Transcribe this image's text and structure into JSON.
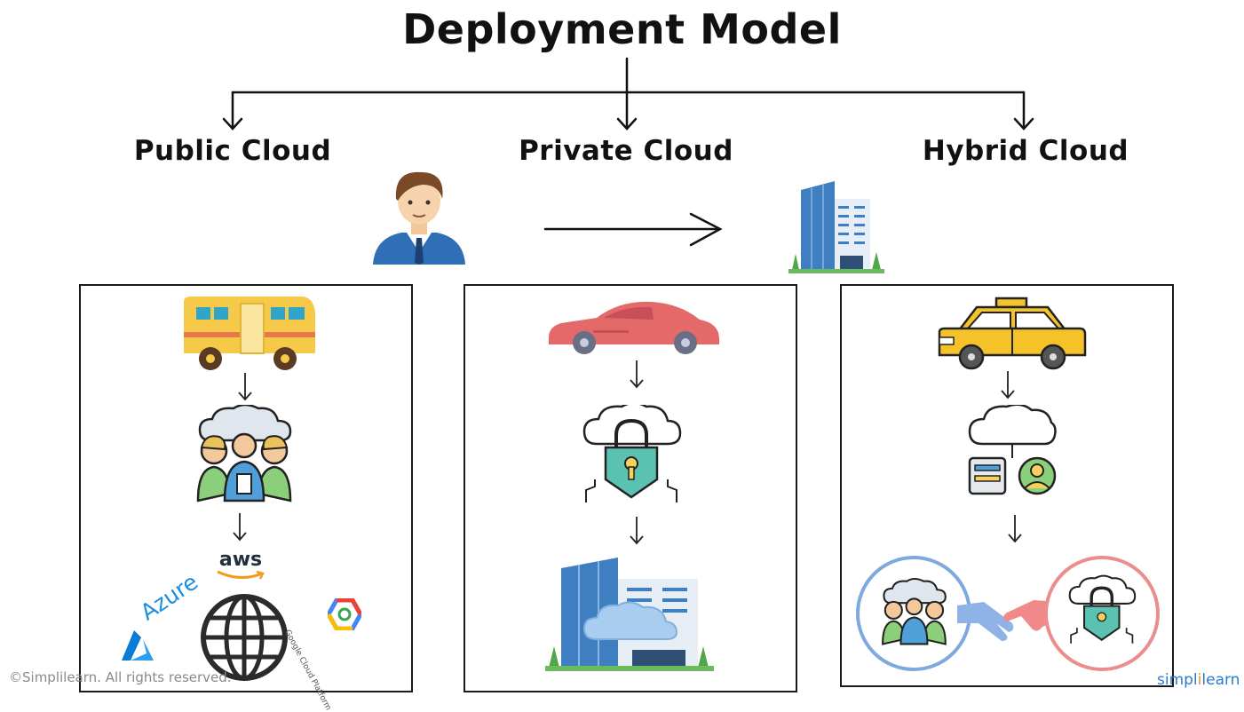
{
  "title": "Deployment Model",
  "categories": {
    "public": "Public Cloud",
    "private": "Private Cloud",
    "hybrid": "Hybrid Cloud"
  },
  "public_panel": {
    "logos": {
      "aws": "aws",
      "azure": "Azure",
      "google": "Google Cloud Platform"
    }
  },
  "footer": {
    "copyright": "©Simplilearn. All rights reserved.",
    "brand_left": "simpl",
    "brand_pipe": "i",
    "brand_right": "learn"
  },
  "colors": {
    "bus": "#f7c948",
    "sports_car": "#e46a6a",
    "taxi": "#f6c22a",
    "building": "#3f7fc1",
    "lock": "#5bc1b0",
    "public_ring": "#7ea9de",
    "private_ring": "#ec8d8d"
  },
  "icons": {
    "top_left": "businessman-icon",
    "top_center": "arrow-right-icon",
    "top_right": "office-building-icon",
    "public": [
      "bus-icon",
      "shared-cloud-users-icon",
      "aws-logo",
      "azure-logo",
      "globe-icon",
      "google-cloud-logo"
    ],
    "private": [
      "sports-car-icon",
      "cloud-lock-icon",
      "building-cloud-icon"
    ],
    "hybrid": [
      "taxi-icon",
      "cloud-server-user-icon",
      "shared-cloud-users-icon",
      "handshake-icon",
      "cloud-lock-icon"
    ]
  }
}
